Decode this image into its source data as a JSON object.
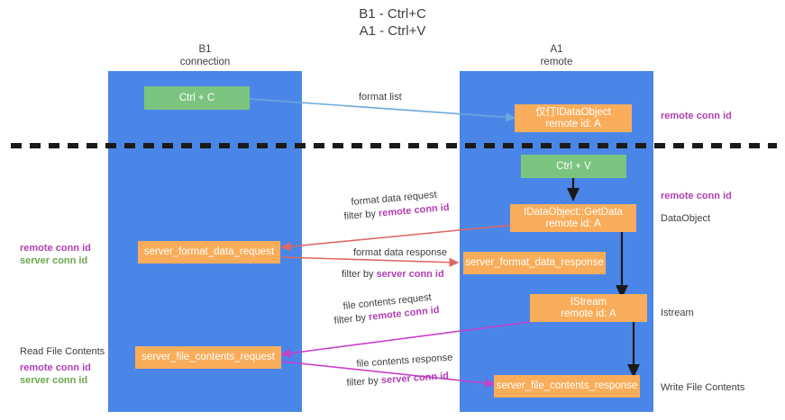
{
  "title": {
    "line1": "B1 - Ctrl+C",
    "line2": "A1 - Ctrl+V"
  },
  "lanes": [
    {
      "id": "b1",
      "name": "B1",
      "sub": "connection"
    },
    {
      "id": "a1",
      "name": "A1",
      "sub": "remote"
    }
  ],
  "boxes": {
    "ctrl_c": "Ctrl + C",
    "ctrl_v": "Ctrl + V",
    "idataobject_top_l1": "仅仃IDataObject",
    "idataobject_top_l2": "remote id: A",
    "getdata_l1": "IDataObject::GetData",
    "getdata_l2": "remote id: A",
    "istream_l1": "IStream",
    "istream_l2": "remote id: A",
    "server_format_data_request": "server_format_data_request",
    "server_format_data_response": "server_format_data_response",
    "server_file_contents_request": "server_file_contents_request",
    "server_file_contents_response": "server_file_contents_response"
  },
  "edges": {
    "format_list": "format list",
    "format_data_request": "format data request",
    "format_data_request_filter_prefix": "filter by ",
    "format_data_request_filter_key": "remote conn id",
    "format_data_response": "format data response",
    "format_data_response_filter_prefix": "filter by ",
    "format_data_response_filter_key": "server conn id",
    "file_contents_request": "file contents request",
    "file_contents_request_filter_prefix": "filter by ",
    "file_contents_request_filter_key": "remote conn id",
    "file_contents_response": "file contents response",
    "file_contents_response_filter_prefix": "filter by ",
    "file_contents_response_filter_key": "server conn id"
  },
  "right_labels": {
    "remote_conn_id_top": "remote conn id",
    "remote_conn_id_mid": "remote conn id",
    "dataobject": "DataObject",
    "istream": "Istream",
    "write_file_contents": "Write File Contents"
  },
  "left_labels": {
    "remote_conn_id": "remote conn id",
    "server_conn_id": "server conn id",
    "read_file_contents": "Read File Contents",
    "remote_conn_id_2": "remote conn id",
    "server_conn_id_2": "server conn id"
  },
  "colors": {
    "lane": "#4a86e8",
    "green": "#7bc47f",
    "orange": "#f9ad5a",
    "purple": "#b23fb2",
    "green_text": "#6aa84f",
    "arrow_blue": "#6fa8dc",
    "arrow_red": "#e06666",
    "arrow_magenta": "#c840c8",
    "arrow_black": "#1a1a1a",
    "divider": "#1a1a1a",
    "text": "#3c4043"
  }
}
